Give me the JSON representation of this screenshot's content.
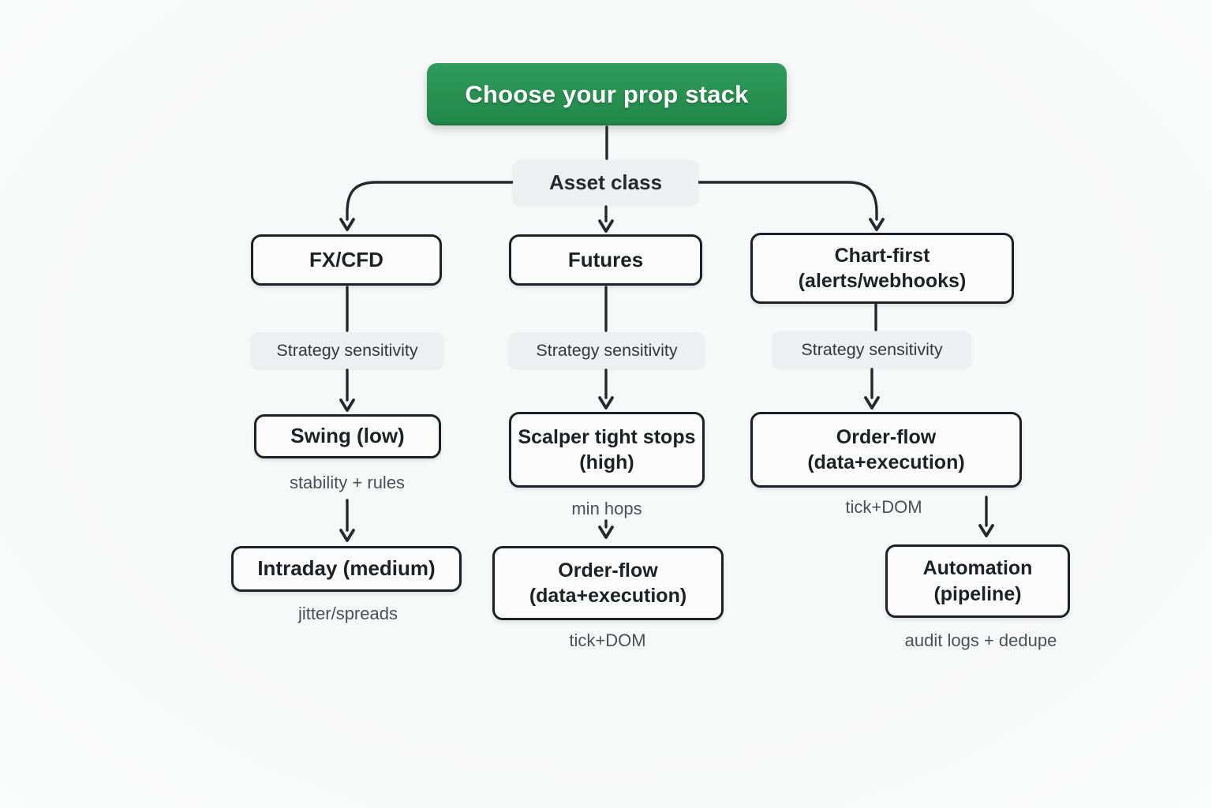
{
  "header": {
    "title": "Choose your prop stack"
  },
  "root": {
    "label": "Asset class"
  },
  "colors": {
    "accent_green": "#28904f",
    "box_border": "#1d2024",
    "box_fill": "#fcfcfd",
    "pill_bg": "#edeff1",
    "caption_text": "#4b5056",
    "connector": "#25282b",
    "background": "#f7f8f8"
  },
  "columns": [
    {
      "branch": "FX/CFD",
      "sensitivity_label": "Strategy sensitivity",
      "strategy": "Swing (low)",
      "strategy_caption": "stability + rules",
      "outcome": "Intraday (medium)",
      "outcome_caption": "jitter/spreads"
    },
    {
      "branch": "Futures",
      "sensitivity_label": "Strategy sensitivity",
      "strategy": "Scalper tight stops (high)",
      "strategy_caption": "min hops",
      "outcome": "Order-flow (data+execution)",
      "outcome_caption": "tick+DOM"
    },
    {
      "branch": "Chart-first (alerts/webhooks)",
      "sensitivity_label": "Strategy sensitivity",
      "strategy": "Order-flow (data+execution)",
      "strategy_caption": "tick+DOM",
      "outcome": "Automation (pipeline)",
      "outcome_caption": "audit logs + dedupe"
    }
  ]
}
